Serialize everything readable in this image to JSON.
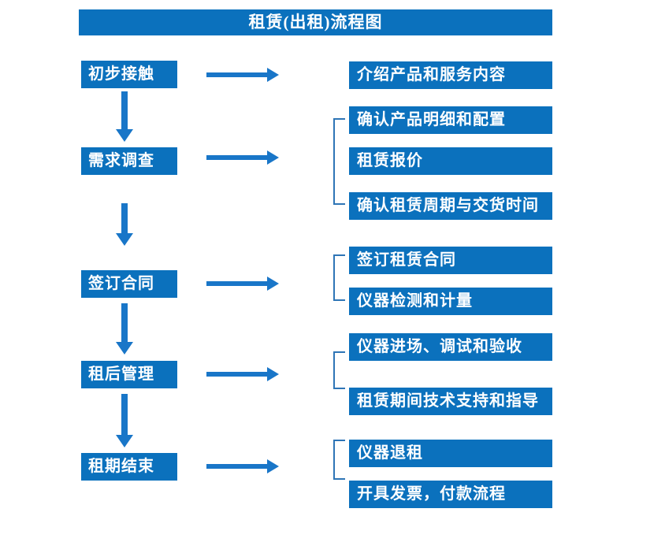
{
  "title": "租赁(出租)流程图",
  "colors": {
    "box_blue": "#0b71bd",
    "arrow_blue": "#1976c8",
    "bracket_blue": "#2e75b6",
    "text": "#ffffff",
    "background": "#ffffff"
  },
  "steps": [
    {
      "label": "初步接触",
      "details": [
        "介绍产品和服务内容"
      ]
    },
    {
      "label": "需求调查",
      "details": [
        "确认产品明细和配置",
        "租赁报价",
        "确认租赁周期与交货时间"
      ]
    },
    {
      "label": "签订合同",
      "details": [
        "签订租赁合同",
        "仪器检测和计量"
      ]
    },
    {
      "label": "租后管理",
      "details": [
        "仪器进场、调试和验收",
        "租赁期间技术支持和指导"
      ]
    },
    {
      "label": "租期结束",
      "details": [
        "仪器退租",
        "开具发票，付款流程"
      ]
    }
  ]
}
